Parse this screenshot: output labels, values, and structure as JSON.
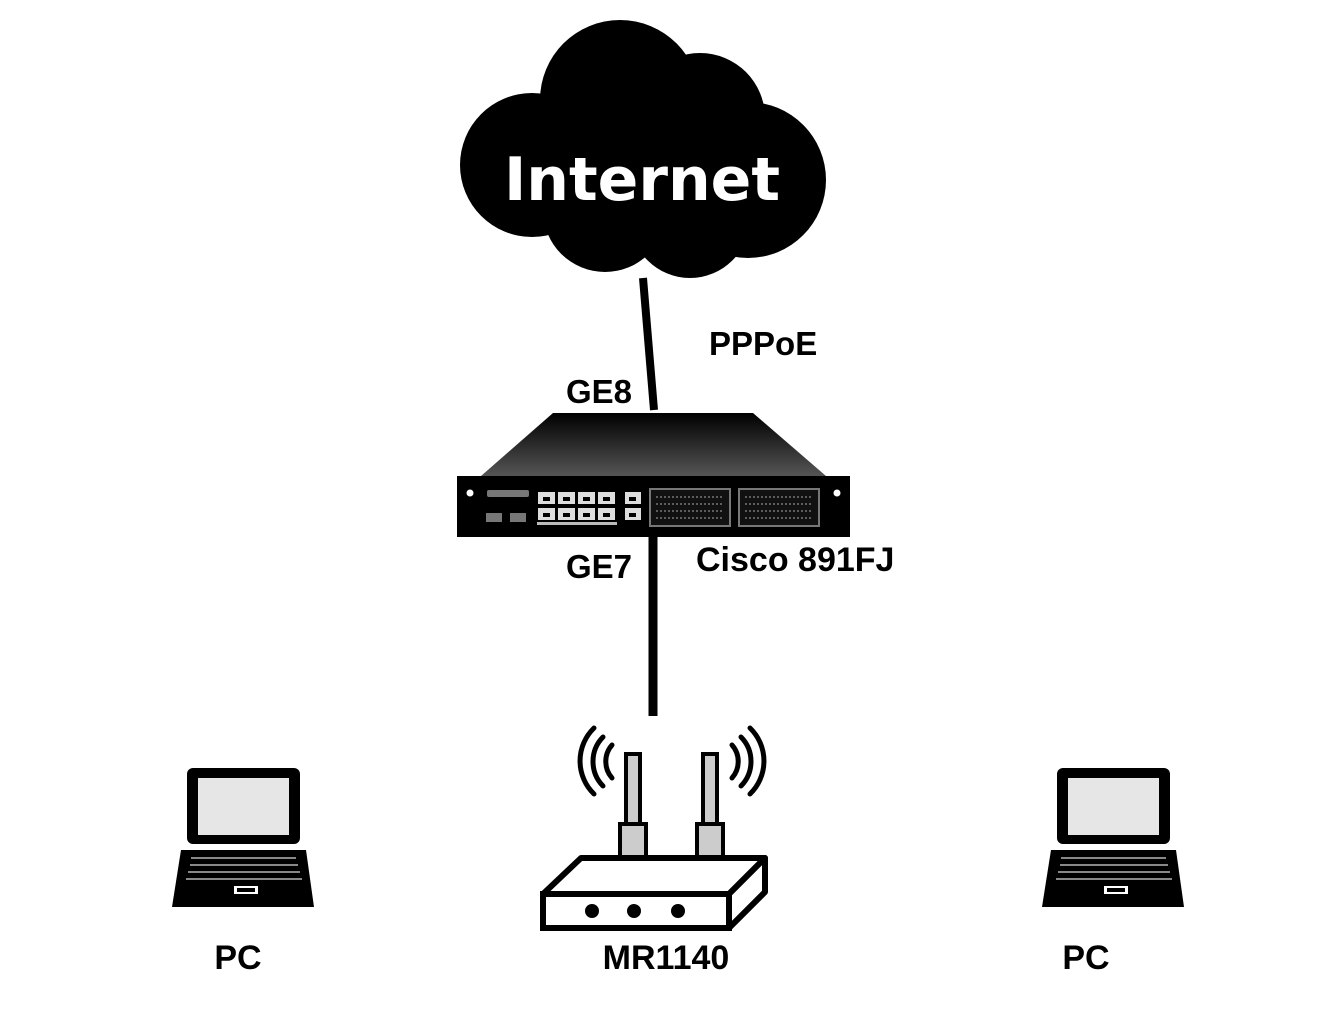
{
  "cloud": {
    "label": "Internet"
  },
  "links": {
    "wan_protocol": "PPPoE",
    "router_wan_port": "GE8",
    "router_lan_port": "GE7"
  },
  "devices": {
    "router": {
      "label": "Cisco 891FJ"
    },
    "access_point": {
      "label": "MR1140"
    },
    "pc_left": {
      "label": "PC"
    },
    "pc_right": {
      "label": "PC"
    }
  },
  "colors": {
    "foreground": "#000000",
    "background": "#ffffff",
    "screen": "#e6e6e6"
  }
}
